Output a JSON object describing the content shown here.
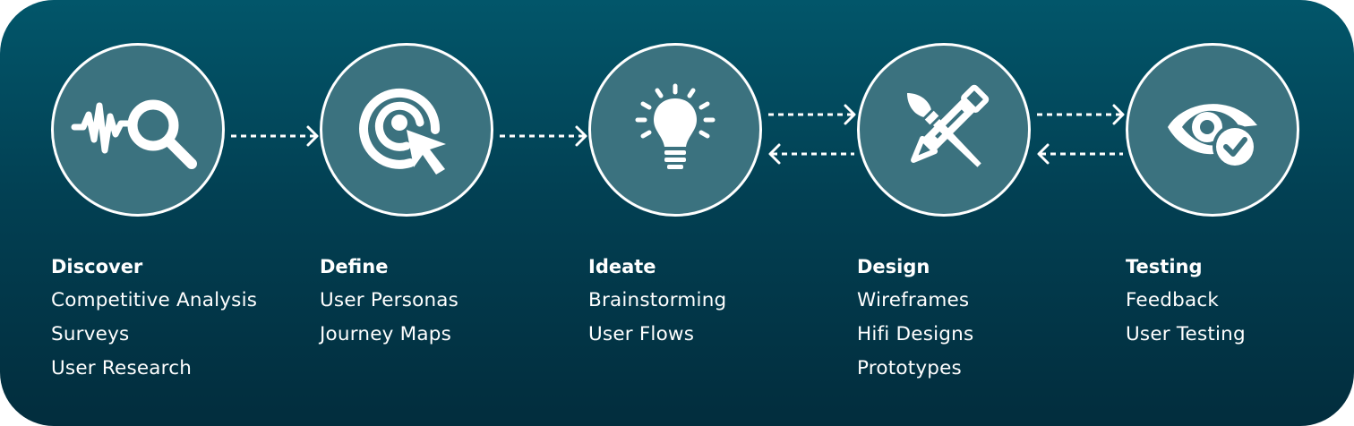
{
  "colors": {
    "background_top": "#02566a",
    "background_bottom": "#022d3d",
    "circle_fill": "#3b727f",
    "stroke": "#ffffff"
  },
  "stages": [
    {
      "title": "Discover",
      "icon": "waveform-search-icon",
      "items": [
        "Competitive Analysis",
        "Surveys",
        "User Research"
      ]
    },
    {
      "title": "Define",
      "icon": "target-cursor-icon",
      "items": [
        "User Personas",
        "Journey Maps"
      ]
    },
    {
      "title": "Ideate",
      "icon": "lightbulb-icon",
      "items": [
        "Brainstorming",
        "User Flows"
      ]
    },
    {
      "title": "Design",
      "icon": "pen-brush-icon",
      "items": [
        "Wireframes",
        "Hifi Designs",
        "Prototypes"
      ]
    },
    {
      "title": "Testing",
      "icon": "eye-check-icon",
      "items": [
        "Feedback",
        "User Testing"
      ]
    }
  ],
  "connections": [
    {
      "from": "Discover",
      "to": "Define",
      "direction": "forward"
    },
    {
      "from": "Define",
      "to": "Ideate",
      "direction": "forward"
    },
    {
      "from": "Ideate",
      "to": "Design",
      "direction": "bidirectional"
    },
    {
      "from": "Design",
      "to": "Testing",
      "direction": "bidirectional"
    }
  ]
}
